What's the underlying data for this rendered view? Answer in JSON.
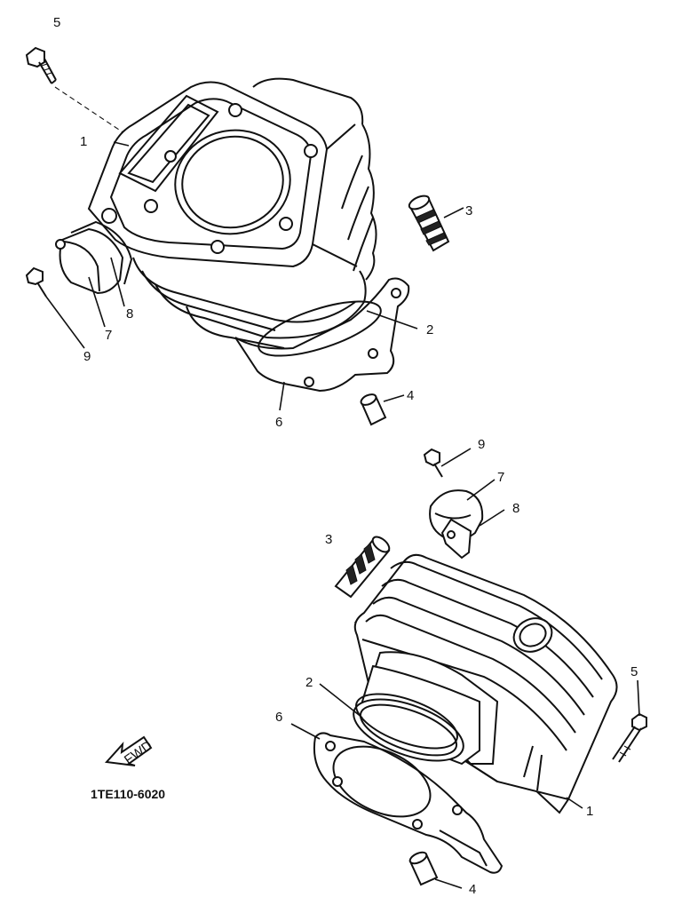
{
  "drawing_code": "1TE110-6020",
  "fwd_text": "FWD",
  "callouts": {
    "top": [
      "5",
      "1",
      "3",
      "2",
      "8",
      "7",
      "9",
      "6",
      "4"
    ],
    "bottom": [
      "9",
      "7",
      "8",
      "3",
      "2",
      "5",
      "6",
      "1",
      "4"
    ]
  }
}
